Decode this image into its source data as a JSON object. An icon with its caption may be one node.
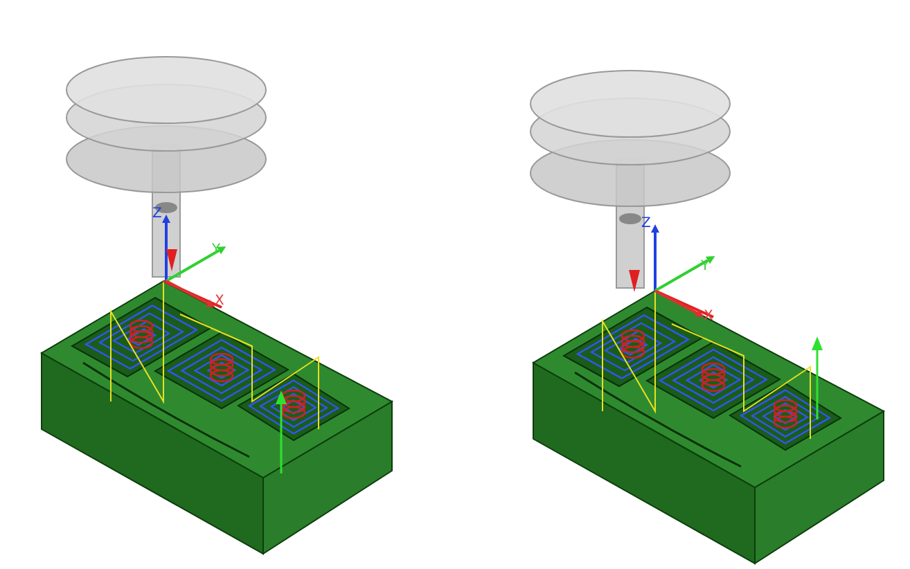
{
  "diagram": {
    "labels": [
      "Z",
      "Y",
      "X",
      "Z",
      "Y",
      "X"
    ]
  }
}
